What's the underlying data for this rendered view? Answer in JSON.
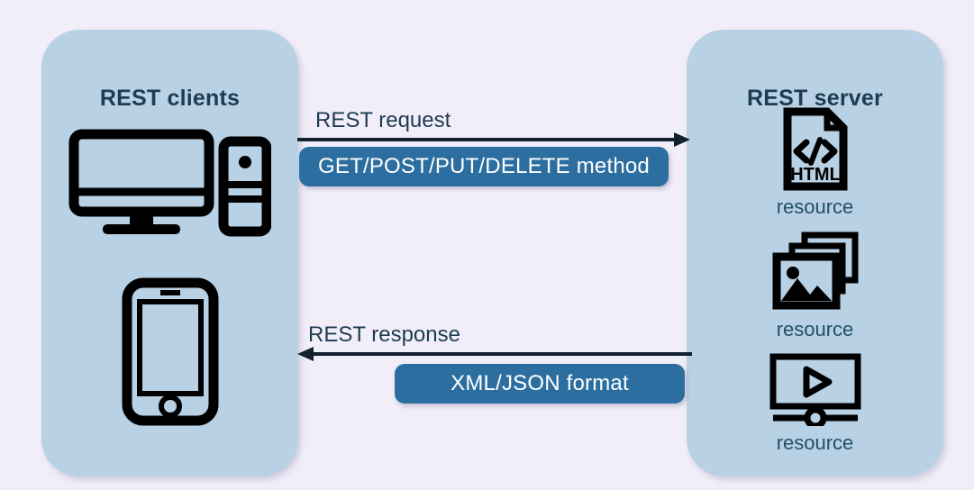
{
  "diagram": {
    "background_color": "#f1eef9",
    "panel_color": "#b8d1e4",
    "pill_color": "#2c6e9f",
    "text_color": "#1e3b52",
    "clients": {
      "title": "REST clients",
      "devices": [
        {
          "name": "desktop-computer-icon"
        },
        {
          "name": "smartphone-icon"
        }
      ]
    },
    "server": {
      "title": "REST server",
      "resources": [
        {
          "icon": "html-document-icon",
          "label": "resource"
        },
        {
          "icon": "image-stack-icon",
          "label": "resource"
        },
        {
          "icon": "video-player-icon",
          "label": "resource"
        }
      ]
    },
    "flows": [
      {
        "name": "request",
        "caption": "REST request",
        "pill": "GET/POST/PUT/DELETE method",
        "direction": "clients-to-server"
      },
      {
        "name": "response",
        "caption": "REST response",
        "pill": "XML/JSON format",
        "direction": "server-to-clients"
      }
    ]
  }
}
